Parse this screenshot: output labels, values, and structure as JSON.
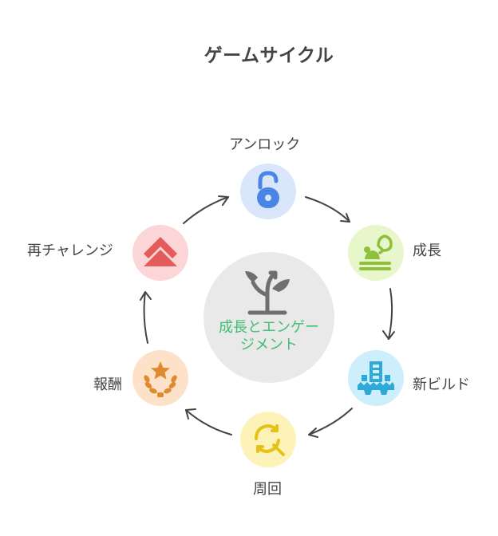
{
  "title": "ゲームサイクル",
  "center": {
    "label": "成長とエンゲージメント",
    "color": "#3fbf72",
    "icon": "sprout-icon"
  },
  "steps": [
    {
      "label": "アンロック",
      "icon": "unlock-icon",
      "color": "#4a84e4",
      "bg": "#d9e5fb"
    },
    {
      "label": "成長",
      "icon": "growth-icon",
      "color": "#8fc03c",
      "bg": "#e8f6cc"
    },
    {
      "label": "新ビルド",
      "icon": "build-icon",
      "color": "#2ea9d8",
      "bg": "#cdeefb"
    },
    {
      "label": "周回",
      "icon": "loop-search-icon",
      "color": "#e6c11a",
      "bg": "#fdf3b8"
    },
    {
      "label": "報酬",
      "icon": "star-laurel-icon",
      "color": "#e08a2e",
      "bg": "#fde1c8"
    },
    {
      "label": "再チャレンジ",
      "icon": "double-chevron-up-icon",
      "color": "#e35b5b",
      "bg": "#fcd6d6"
    }
  ]
}
